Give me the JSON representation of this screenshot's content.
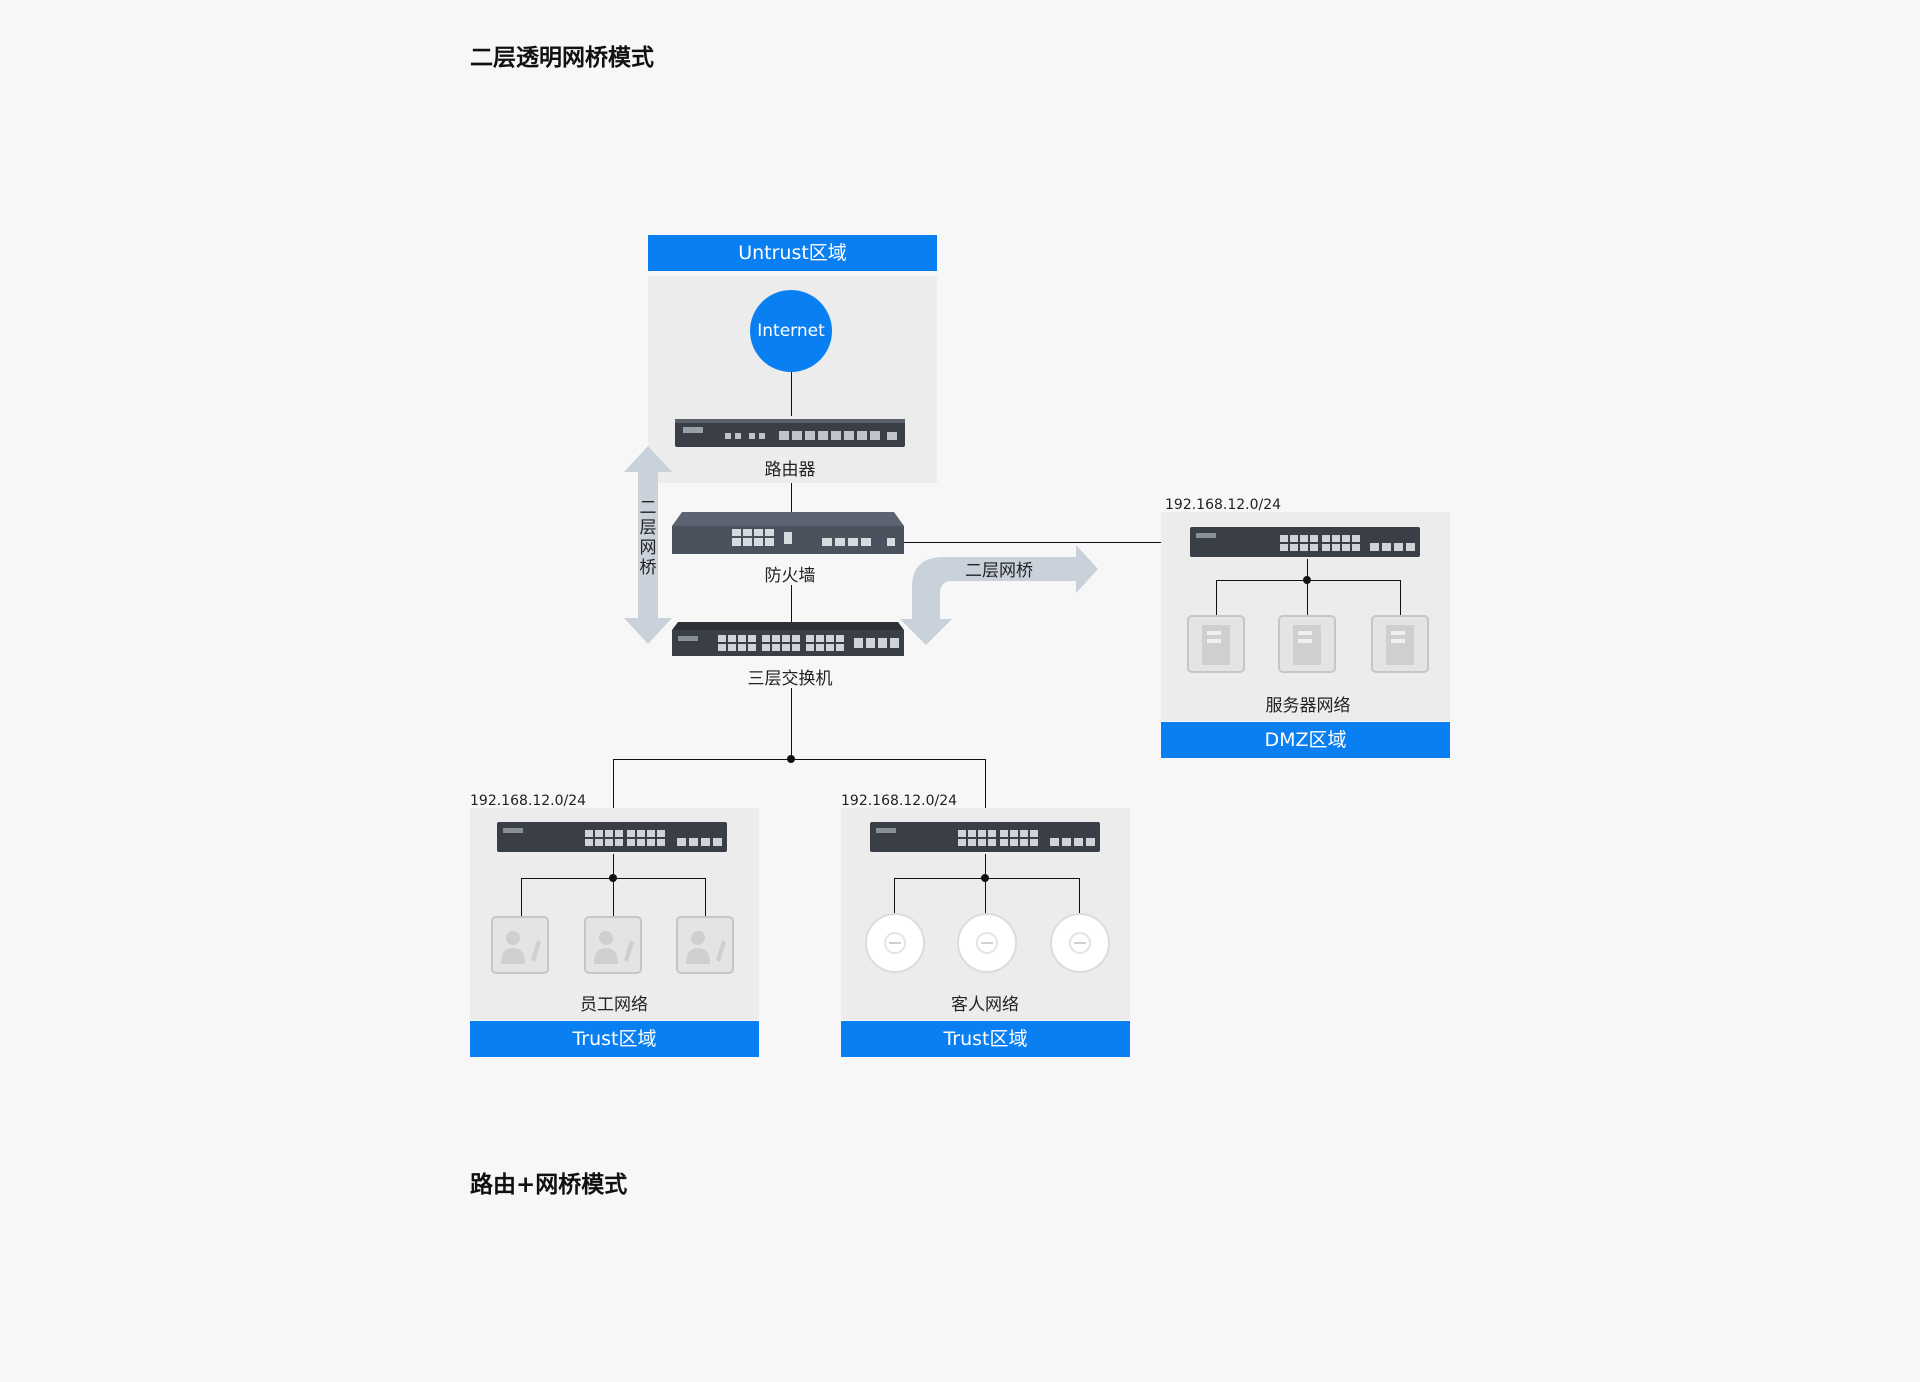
{
  "sections": {
    "transparent_title": "二层透明网桥模式",
    "route_bridge_title": "路由+网桥模式"
  },
  "zones": {
    "untrust": "Untrust区域",
    "dmz": "DMZ区域",
    "trust_staff": "Trust区域",
    "trust_guest": "Trust区域"
  },
  "nodes": {
    "internet": "Internet",
    "router": "路由器",
    "firewall": "防火墙",
    "l3_switch": "三层交换机",
    "server_net": "服务器网络",
    "staff_net": "员工网络",
    "guest_net": "客人网络"
  },
  "subnets": {
    "dmz": "192.168.12.0/24",
    "staff": "192.168.12.0/24",
    "guest": "192.168.12.0/24"
  },
  "arrows": {
    "vertical_bridge": [
      "二",
      "层",
      "网",
      "桥"
    ],
    "horizontal_bridge": "二层网桥"
  },
  "colors": {
    "accent": "#0a7ff2",
    "zone_background": "#ececec",
    "arrow": "#c9d1da",
    "device": "#3a3f47"
  },
  "icons": {
    "device": "network-switch-icon",
    "server": "server-icon",
    "pc": "user-pc-icon",
    "ap": "wireless-ap-icon"
  }
}
